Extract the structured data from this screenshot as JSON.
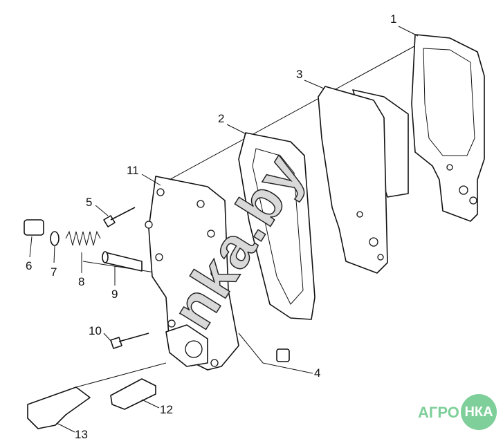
{
  "callouts": [
    "1",
    "2",
    "3",
    "4",
    "5",
    "6",
    "7",
    "8",
    "9",
    "10",
    "11",
    "12",
    "13"
  ],
  "watermark": "nka.by",
  "logo": {
    "left": "АГРО",
    "right": "НКА",
    "color": "#7fcf9a"
  }
}
